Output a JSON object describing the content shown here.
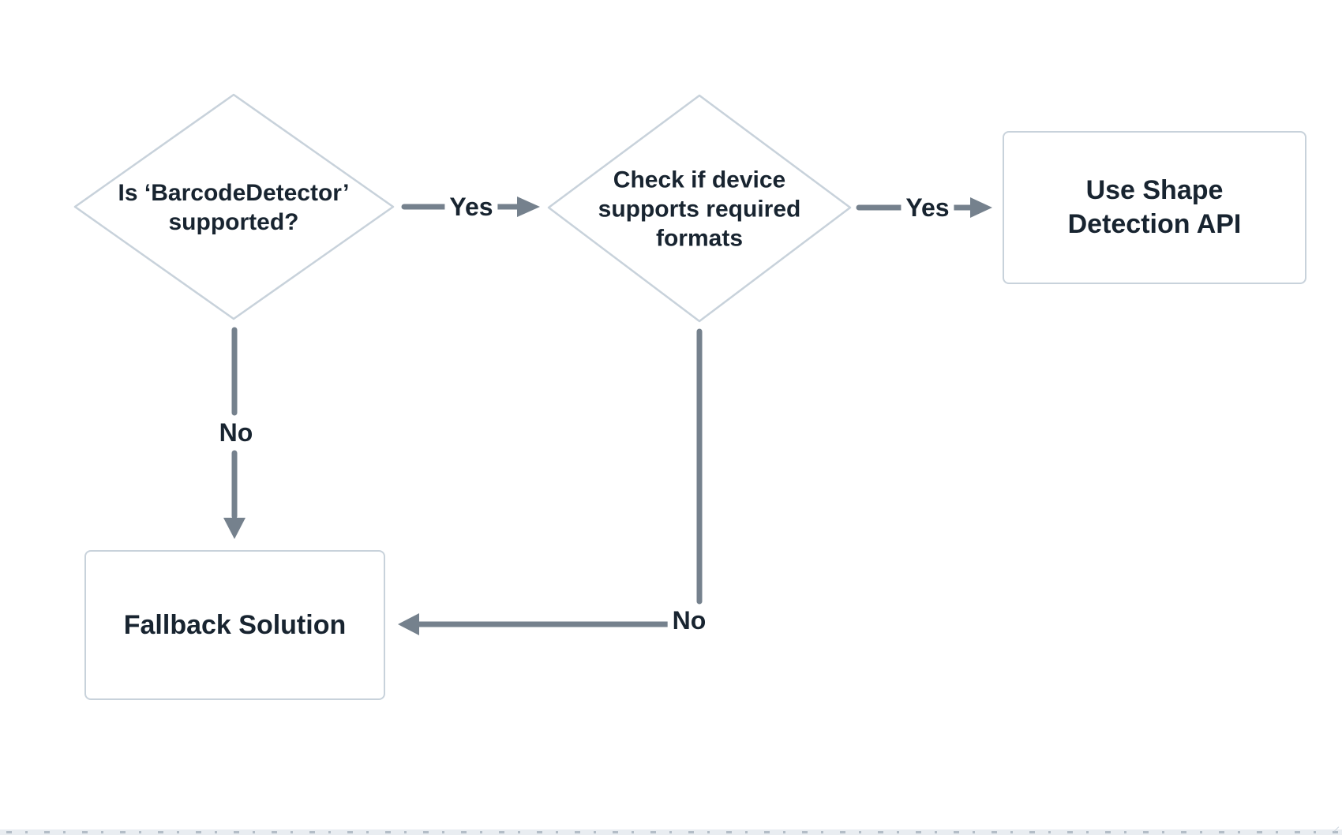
{
  "nodes": {
    "barcode_supported": {
      "label": "Is ‘BarcodeDetector’ supported?",
      "shape": "diamond"
    },
    "formats_supported": {
      "label": "Check if device supports required formats",
      "shape": "diamond"
    },
    "shape_detection": {
      "label": "Use Shape Detection API",
      "shape": "rect"
    },
    "fallback": {
      "label": "Fallback Solution",
      "shape": "rect"
    }
  },
  "edges": [
    {
      "from": "barcode_supported",
      "to": "formats_supported",
      "label": "Yes"
    },
    {
      "from": "formats_supported",
      "to": "shape_detection",
      "label": "Yes"
    },
    {
      "from": "barcode_supported",
      "to": "fallback",
      "label": "No"
    },
    {
      "from": "formats_supported",
      "to": "fallback",
      "label": "No"
    }
  ],
  "colors": {
    "node_border": "#c8d2db",
    "edge": "#75818d",
    "text": "#182430",
    "ruler_band": "#e9edf1",
    "ruler_tick": "#b3bdc7"
  }
}
